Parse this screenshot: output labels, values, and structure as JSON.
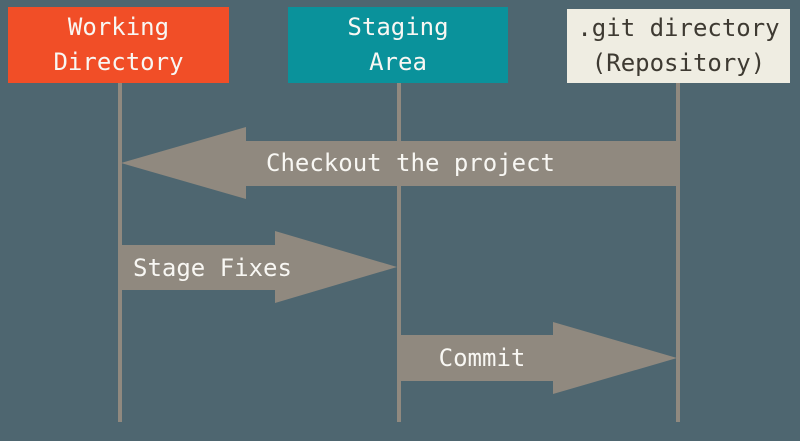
{
  "diagram": {
    "description": "Git working areas sequence diagram",
    "colors": {
      "background": "#4E6670",
      "working_directory_box": "#F14E27",
      "staging_area_box": "#0A929B",
      "git_directory_box": "#EFEDE2",
      "connector": "#90897F",
      "light_text": "#F8F7F3",
      "dark_text": "#3E3A32"
    },
    "columns": [
      {
        "id": "working-directory",
        "lines": [
          "Working",
          "Directory"
        ]
      },
      {
        "id": "staging-area",
        "lines": [
          "Staging",
          "Area"
        ]
      },
      {
        "id": "git-directory",
        "lines": [
          ".git directory",
          "(Repository)"
        ]
      }
    ],
    "arrows": [
      {
        "id": "checkout",
        "label": "Checkout the project",
        "direction": "left",
        "from": "git-directory",
        "to": "working-directory"
      },
      {
        "id": "stage-fixes",
        "label": "Stage Fixes",
        "direction": "right",
        "from": "working-directory",
        "to": "staging-area"
      },
      {
        "id": "commit",
        "label": "Commit",
        "direction": "right",
        "from": "staging-area",
        "to": "git-directory"
      }
    ]
  }
}
